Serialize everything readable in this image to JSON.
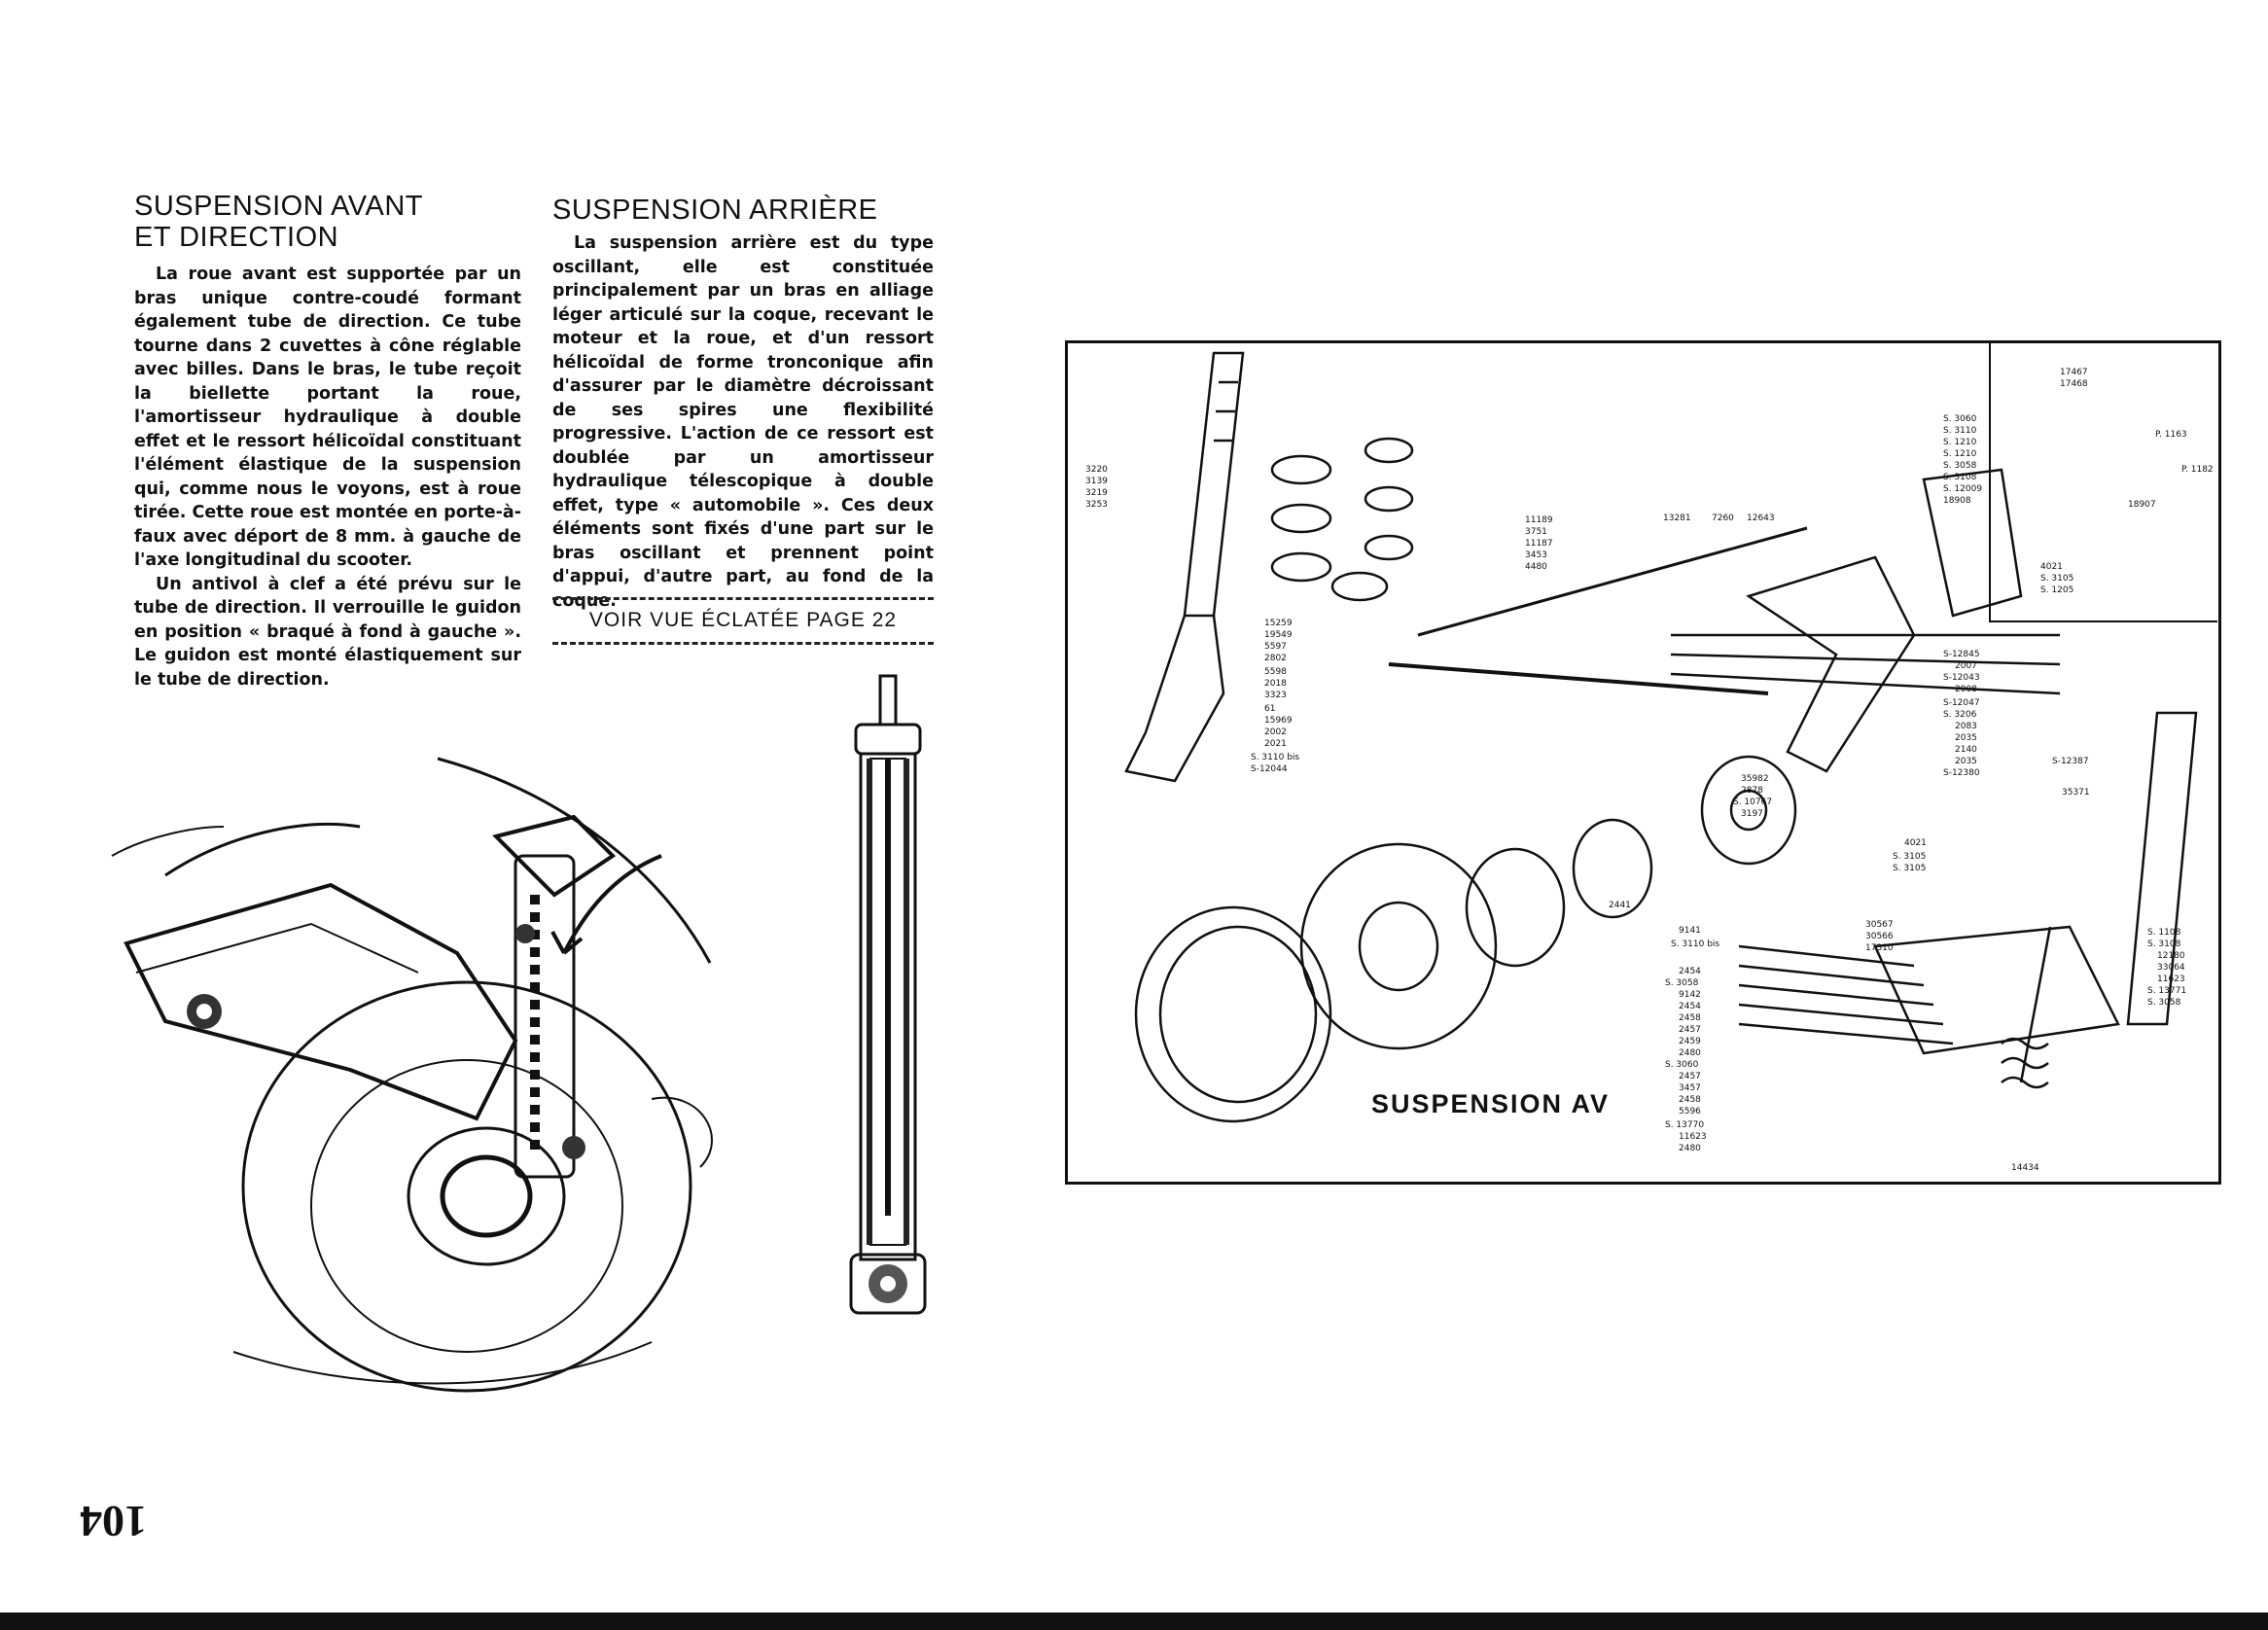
{
  "section_front": {
    "heading_line1": "SUSPENSION AVANT",
    "heading_line2": "ET DIRECTION",
    "paragraph1": "La roue avant est supportée par un bras unique contre-coudé formant également tube de direction. Ce tube tourne dans 2 cuvettes à cône réglable avec billes. Dans le bras, le tube reçoit la biellette portant la roue, l'amortisseur hydraulique à double effet et le ressort hélicoïdal constituant l'élément élastique de la suspension qui, comme nous le voyons, est à roue tirée. Cette roue est montée en porte-à-faux avec déport de 8 mm. à gauche de l'axe longitudinal du scooter.",
    "paragraph2": "Un antivol à clef a été prévu sur le tube de direction. Il verrouille le guidon en position « braqué à fond à gauche ». Le guidon est monté élastiquement sur le tube de direction."
  },
  "section_rear": {
    "heading": "SUSPENSION ARRIÈRE",
    "paragraph1": "La suspension arrière est du type oscillant, elle est constituée principalement par un bras en alliage léger articulé sur la coque, recevant le moteur et la roue, et d'un ressort hélicoïdal de forme tronconique afin d'assurer par le diamètre décroissant de ses spires une flexibilité progressive. L'action de ce ressort est doublée par un amortisseur hydraulique télescopique à double effet, type « automobile ». Ces deux éléments sont fixés d'une part sur le bras oscillant et prennent point d'appui, d'autre part, au fond de la coque.",
    "cross_reference": "VOIR VUE ÉCLATÉE PAGE 22"
  },
  "diagram": {
    "caption": "SUSPENSION AV",
    "labels_left": [
      "3220",
      "3139",
      "3219",
      "3253"
    ],
    "labels_mid": [
      "11189",
      "3751",
      "11187",
      "3453",
      "4480"
    ],
    "labels_top": [
      "13281",
      "7260",
      "12643"
    ],
    "labels_column": [
      "15259",
      "19549",
      "5597",
      "2802",
      "5598",
      "2018",
      "3323",
      "61",
      "15969",
      "2002",
      "2021",
      "S. 3110 bis",
      "S-12044"
    ],
    "labels_right_top": [
      "S. 3060",
      "S. 3110",
      "S. 1210",
      "S. 1210",
      "S. 3058",
      "S. 3108",
      "S. 12009",
      "18908"
    ],
    "labels_inset": [
      "17467",
      "17468",
      "P. 1163",
      "P. 1182",
      "18907",
      "4021",
      "S. 3105",
      "S. 1205"
    ],
    "labels_right_mid": [
      "S-12845",
      "2007",
      "S-12043",
      "2008",
      "S-12047",
      "S. 3206",
      "2083",
      "2035",
      "2140",
      "2035",
      "S-12380",
      "S-12387",
      "35371"
    ],
    "labels_center": [
      "35982",
      "2878",
      "S. 10767",
      "3197",
      "2441"
    ],
    "labels_lower": [
      "4021",
      "S. 3105",
      "S. 3105",
      "9141",
      "S. 3110 bis",
      "30567",
      "30566",
      "17310"
    ],
    "labels_lower_left": [
      "2454",
      "S. 3058",
      "9142",
      "2454",
      "2458",
      "2457",
      "2459",
      "2480",
      "S. 3060",
      "2457",
      "3457",
      "2458",
      "5596",
      "S. 13770",
      "11623",
      "2480"
    ],
    "labels_lower_right": [
      "S. 1108",
      "S. 3108",
      "12180",
      "33064",
      "11623",
      "S. 13771",
      "S. 3058",
      "14434"
    ]
  },
  "page_number": "104"
}
